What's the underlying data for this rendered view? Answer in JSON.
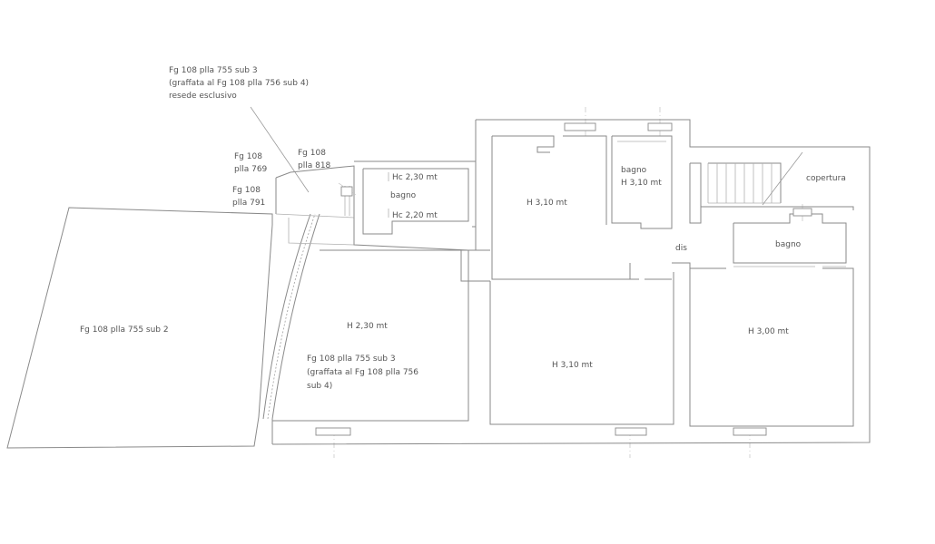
{
  "labels": {
    "sub3_top_line1": "Fg 108 plla 755 sub 3",
    "sub3_top_line2": "(graffata al Fg 108 plla 756 sub 4)",
    "sub3_top_line3": "resede esclusivo",
    "fg108_769_line1": "Fg 108",
    "fg108_769_line2": "plla 769",
    "fg108_818_line1": "Fg 108",
    "fg108_818_line2": "plla 818",
    "fg108_791_line1": "Fg 108",
    "fg108_791_line2": "plla 791",
    "hc_top": "Hc 2,30 mt",
    "bagno_left": "bagno",
    "hc_bottom": "Hc 2,20 mt",
    "bagno_center_line1": "bagno",
    "bagno_center_line2": "H 3,10 mt",
    "h310_upper": "H 3,10 mt",
    "dis": "dis",
    "copertura": "copertura",
    "bagno_right": "bagno",
    "sub2": "Fg 108 plla 755 sub 2",
    "h230": "H 2,30 mt",
    "sub3_mid_line1": "Fg 108 plla 755 sub 3",
    "sub3_mid_line2": "(graffata al Fg 108 plla 756",
    "sub3_mid_line3": "sub 4)",
    "h310_lower": "H 3,10 mt",
    "h300": "H 3,00 mt"
  }
}
